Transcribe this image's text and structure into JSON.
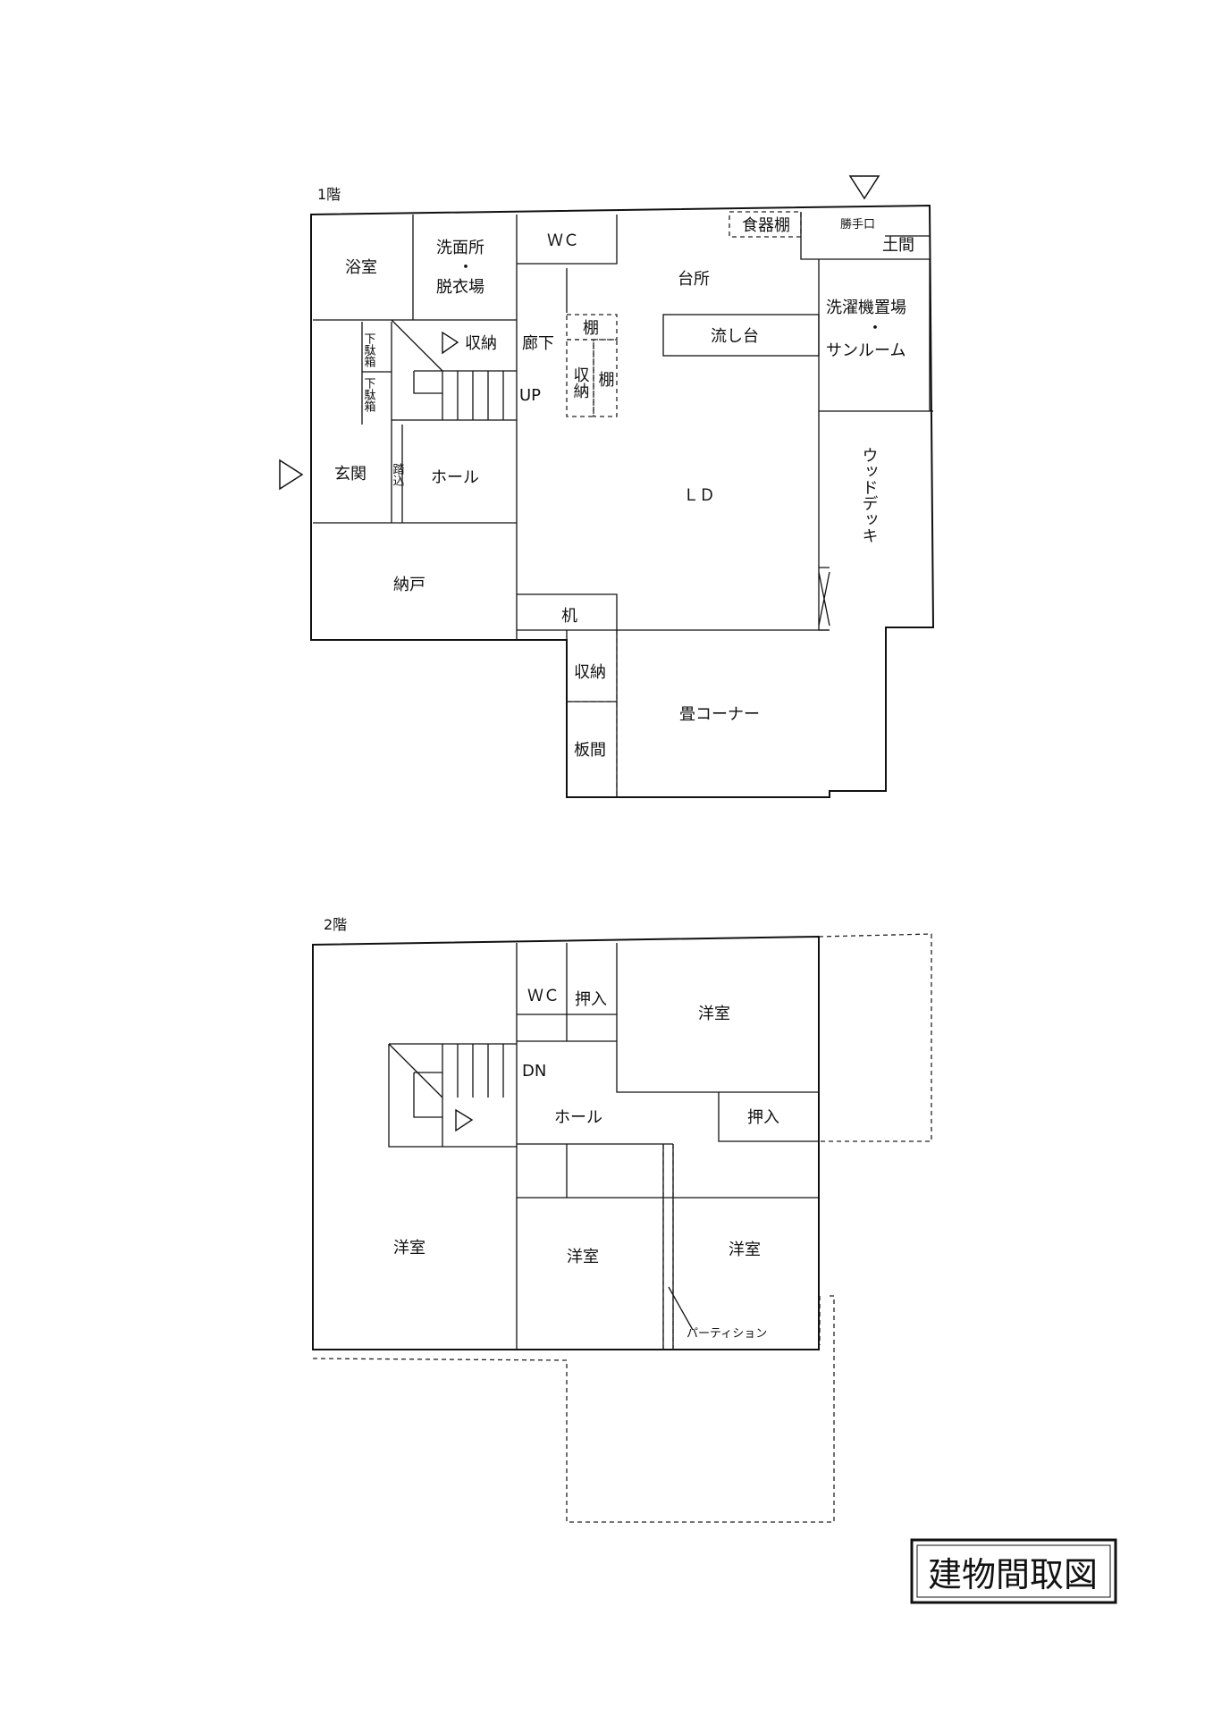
{
  "floor1": {
    "label": "1階",
    "rooms": {
      "bath": "浴室",
      "washroom": "洗面所",
      "dot": "・",
      "dressing": "脱衣場",
      "wc": "ＷＣ",
      "dish_shelf": "食器棚",
      "kitchen_door": "勝手口",
      "doma": "土間",
      "kitchen": "台所",
      "laundry": "洗濯機置場",
      "sunroom": "サンルーム",
      "shoe_box_a": "下駄箱",
      "shoe_box_b": "下駄箱",
      "storage_stair": "収納",
      "corridor": "廊下",
      "shelf1": "棚",
      "shelf2": "棚",
      "storage_mid": "収納",
      "sink": "流し台",
      "up": "UP",
      "entrance": "玄関",
      "step": "踏込",
      "hall": "ホール",
      "ld": "ＬＤ",
      "wood_deck": "ウッドデッキ",
      "closet": "納戸",
      "desk": "机",
      "storage_low": "収納",
      "board_room": "板間",
      "tatami": "畳コーナー"
    }
  },
  "floor2": {
    "label": "2階",
    "rooms": {
      "wc": "ＷＣ",
      "closet_top": "押入",
      "room_ne": "洋室",
      "dn": "DN",
      "hall": "ホール",
      "closet_right": "押入",
      "room_w": "洋室",
      "room_mid": "洋室",
      "room_se": "洋室",
      "partition": "パーティション"
    }
  },
  "document_title": "建物間取図"
}
